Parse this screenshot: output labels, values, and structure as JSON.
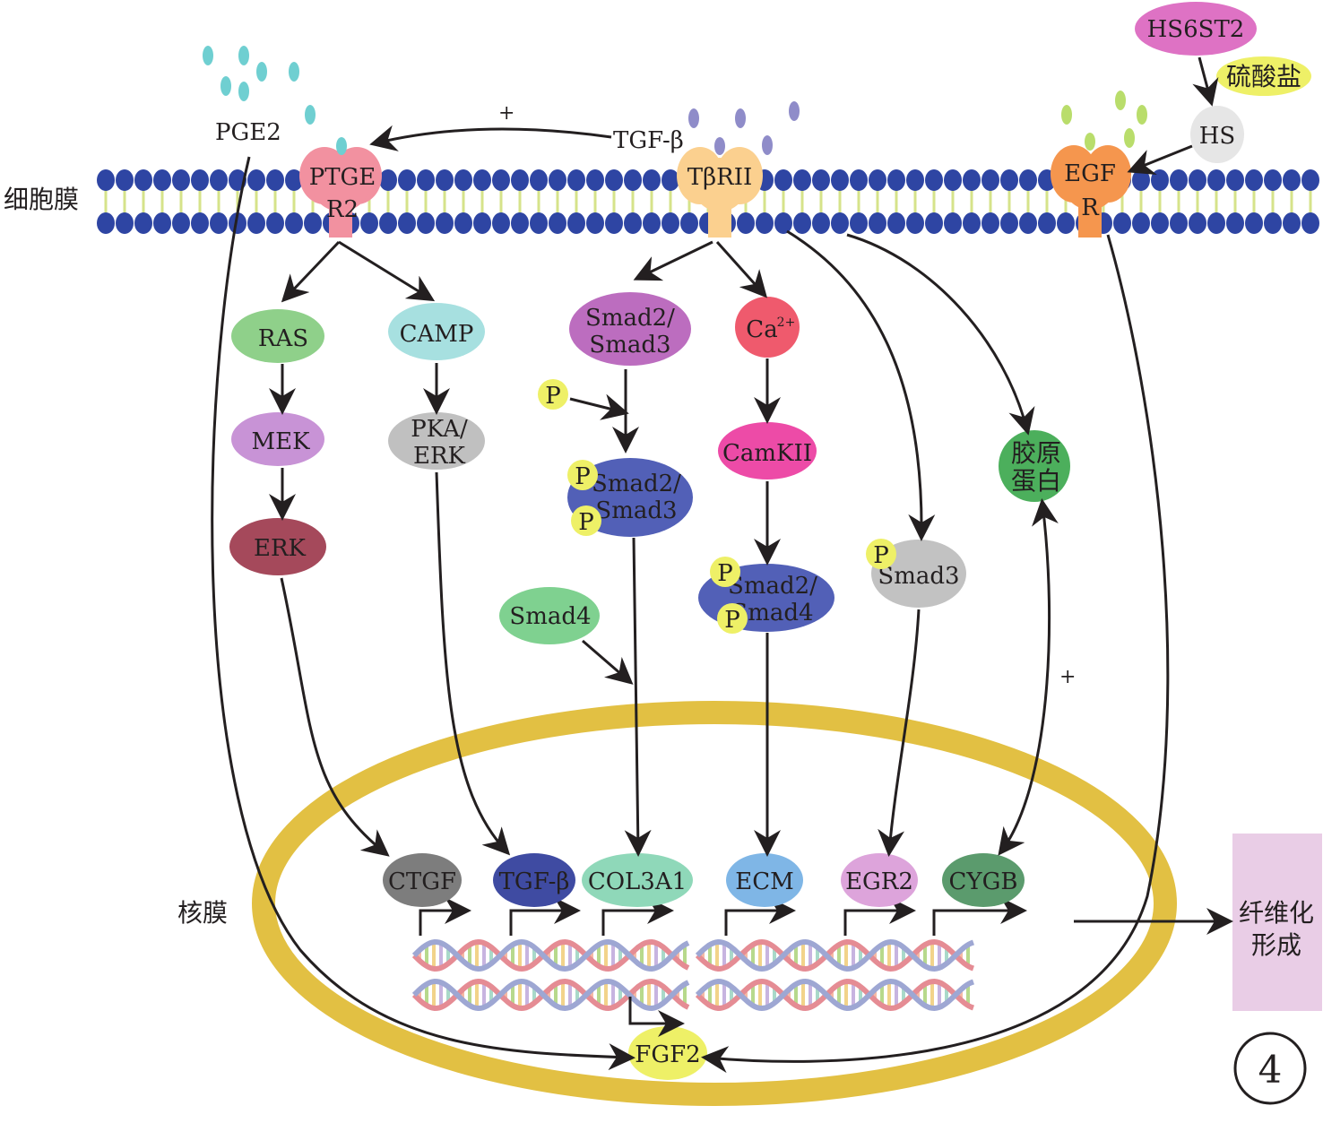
{
  "labels": {
    "cell_membrane": "细胞膜",
    "nuclear_membrane": "核膜",
    "pge2": "PGE2",
    "tgfb_ligand": "TGF-β",
    "sulfate": "硫酸盐",
    "hs": "HS",
    "hs6st2": "HS6ST2",
    "plus_top": "+",
    "plus_right": "+",
    "p": "P"
  },
  "receptors": {
    "ptger2": [
      "PTGE",
      "R2"
    ],
    "tbrii": "TβRII",
    "egfr": [
      "EGF",
      "R"
    ]
  },
  "nodes": {
    "ras": "RAS",
    "camp": "CAMP",
    "mek": "MEK",
    "pka_erk": [
      "PKA/",
      "ERK"
    ],
    "erk": "ERK",
    "smad23": [
      "Smad2/",
      "Smad3"
    ],
    "psmad23": [
      "Smad2/",
      "Smad3"
    ],
    "ca": "Ca",
    "ca_sup": "2+",
    "camkii": "CamKII",
    "psmad24": [
      "Smad2/",
      "Smad4"
    ],
    "smad4": "Smad4",
    "smad3": "Smad3",
    "collagen": [
      "胶原",
      "蛋白"
    ]
  },
  "genes": {
    "ctgf": "CTGF",
    "tgfb": "TGF-β",
    "col3a1": "COL3A1",
    "ecm": "ECM",
    "egr2": "EGR2",
    "cygb": "CYGB",
    "fgf2": "FGF2"
  },
  "outcome": [
    "纤维化",
    "形成"
  ],
  "panel_number": "4",
  "colors": {
    "membrane_head": "#2e45a3",
    "membrane_tail": "#d6e38a",
    "nucleus_ring": "#e2c043",
    "pge2_drop": "#6fcfd1",
    "tgfb_drop": "#8f8cc9",
    "egf_drop": "#b9dd6b",
    "ptger2": "#f291a0",
    "tbrii": "#fbd08f",
    "egfr": "#f5964e",
    "outcome_box": "#e9cde6"
  }
}
